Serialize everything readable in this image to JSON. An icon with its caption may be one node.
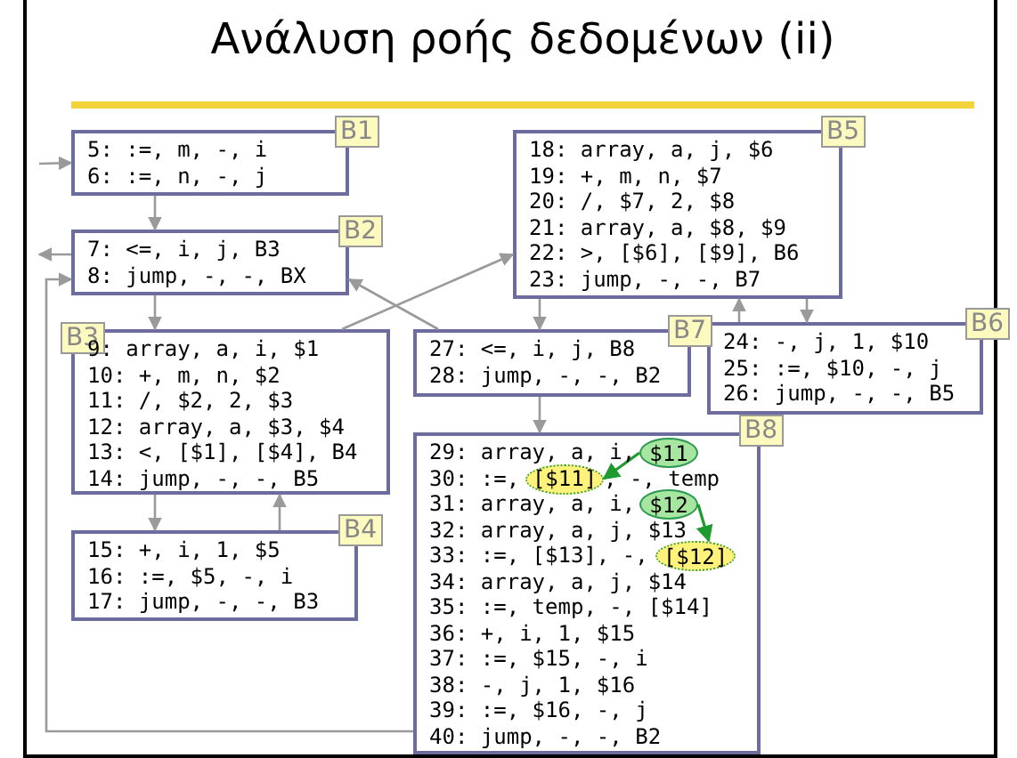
{
  "diagram": {
    "title": "Ανάλυση ροής δεδομένων (ii)",
    "nodes": [
      {
        "text": [
          "B1",
          "5: :=, m, -, i",
          "6: :=, n, -, j"
        ]
      },
      {
        "text": [
          "B2",
          "7: <=, i, j, B3",
          "8: jump, -, -, BX"
        ]
      },
      {
        "text": [
          "B3",
          "9: array, a, i, $1",
          "10: +, m, n, $2",
          "11: /, $2, 2, $3",
          "12: array, a, $3, $4",
          "13: <, [$1], [$4], B4",
          "14: jump, -, -, B5"
        ]
      },
      {
        "text": [
          "B4",
          "15: +, i, 1, $5",
          "16: :=, $5, -, i",
          "17: jump, -, -, B3"
        ]
      },
      {
        "text": [
          "B5",
          "18: array, a, j, $6",
          "19: +, m, n, $7",
          "20: /, $7, 2, $8",
          "21: array, a, $8, $9",
          "22: >, [$6], [$9], B6",
          "23: jump, -, -, B7"
        ]
      },
      {
        "text": [
          "B6",
          "24: -, j, 1, $10",
          "25: :=, $10, -, j",
          "26: jump, -, -, B5"
        ]
      },
      {
        "text": [
          "B7",
          "27: <=, i, j, B8",
          "28: jump, -, -, B2"
        ]
      },
      {
        "text": [
          "B8",
          "29: array, a, i,",
          "30: :=,",
          ", -, temp",
          "31: array, a, i,",
          "32: array, a, j, $13",
          "33: :=, [$13], -,",
          "34: array, a, j, $14",
          "35: :=, temp, -, [$14]",
          "36: +, i, 1, $15",
          "37: :=, $15, -, i",
          "38: -, j, 1, $16",
          "39: :=, $16, -, j",
          "40: jump, -, -, B2"
        ]
      },
      {
        "text": [
          "$11"
        ],
        "in": 7
      },
      {
        "text": [
          "[$11]"
        ],
        "in": 7
      },
      {
        "text": [
          "$12"
        ],
        "in": 7
      },
      {
        "text": [
          "[$12]"
        ],
        "in": 7
      }
    ],
    "edges": [
      {
        "from": null,
        "to": 0,
        "arrow": "to"
      },
      {
        "from": 0,
        "to": 1,
        "arrow": "to"
      },
      {
        "from": 1,
        "to": null,
        "arrow": "to"
      },
      {
        "from": 1,
        "to": 2,
        "arrow": "to"
      },
      {
        "from": 2,
        "to": 4,
        "arrow": "to"
      },
      {
        "from": 6,
        "to": 1,
        "arrow": "to"
      },
      {
        "from": 2,
        "to": 3,
        "arrow": "to"
      },
      {
        "from": 3,
        "to": 2,
        "arrow": "to"
      },
      {
        "from": 4,
        "to": 6,
        "arrow": "to"
      },
      {
        "from": 4,
        "to": 5,
        "arrow": "to"
      },
      {
        "from": 5,
        "to": 4,
        "arrow": "to"
      },
      {
        "from": 6,
        "to": 7,
        "arrow": "to"
      },
      {
        "from": 7,
        "to": 1,
        "arrow": "to"
      },
      {
        "from": 8,
        "to": 9,
        "arrow": "to",
        "color": "#1f9a2e"
      },
      {
        "from": 10,
        "to": 11,
        "arrow": "to",
        "color": "#1f9a2e"
      }
    ]
  }
}
